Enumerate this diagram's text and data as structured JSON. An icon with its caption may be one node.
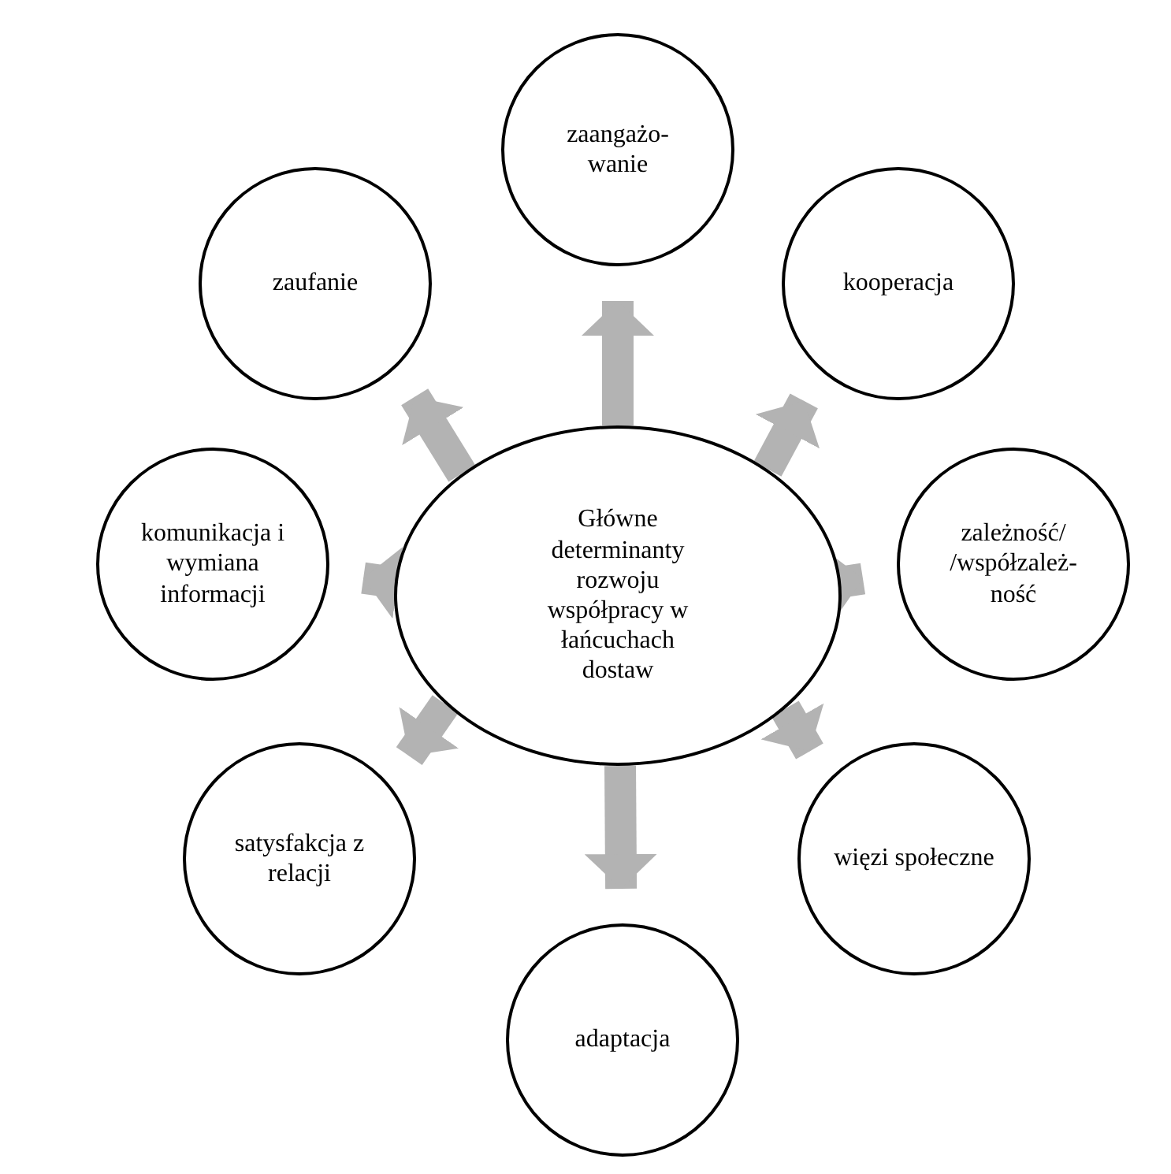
{
  "diagram": {
    "nodes": [
      {
        "text": [
          "Główne determinanty rozwoju współpracy w łańcuchach dostaw"
        ]
      },
      {
        "text": [
          "zaangażo- wanie"
        ]
      },
      {
        "text": [
          "zaufanie"
        ]
      },
      {
        "text": [
          "kooperacja"
        ]
      },
      {
        "text": [
          "komunikacja i wymiana informacji"
        ]
      },
      {
        "text": [
          "zależność/ /współzależ- ność"
        ]
      },
      {
        "text": [
          "satysfakcja z relacji"
        ]
      },
      {
        "text": [
          "więzi społeczne"
        ]
      },
      {
        "text": [
          "adaptacja"
        ]
      }
    ],
    "edges": [
      {
        "from": 0,
        "to": 1,
        "arrow": "to"
      },
      {
        "from": 0,
        "to": 3,
        "arrow": "to"
      },
      {
        "from": 0,
        "to": 5,
        "arrow": "to"
      },
      {
        "from": 0,
        "to": 7,
        "arrow": "to"
      },
      {
        "from": 0,
        "to": 8,
        "arrow": "to"
      },
      {
        "from": 0,
        "to": 6,
        "arrow": "to"
      },
      {
        "from": 0,
        "to": 4,
        "arrow": "to"
      },
      {
        "from": 0,
        "to": 2,
        "arrow": "to"
      }
    ]
  }
}
